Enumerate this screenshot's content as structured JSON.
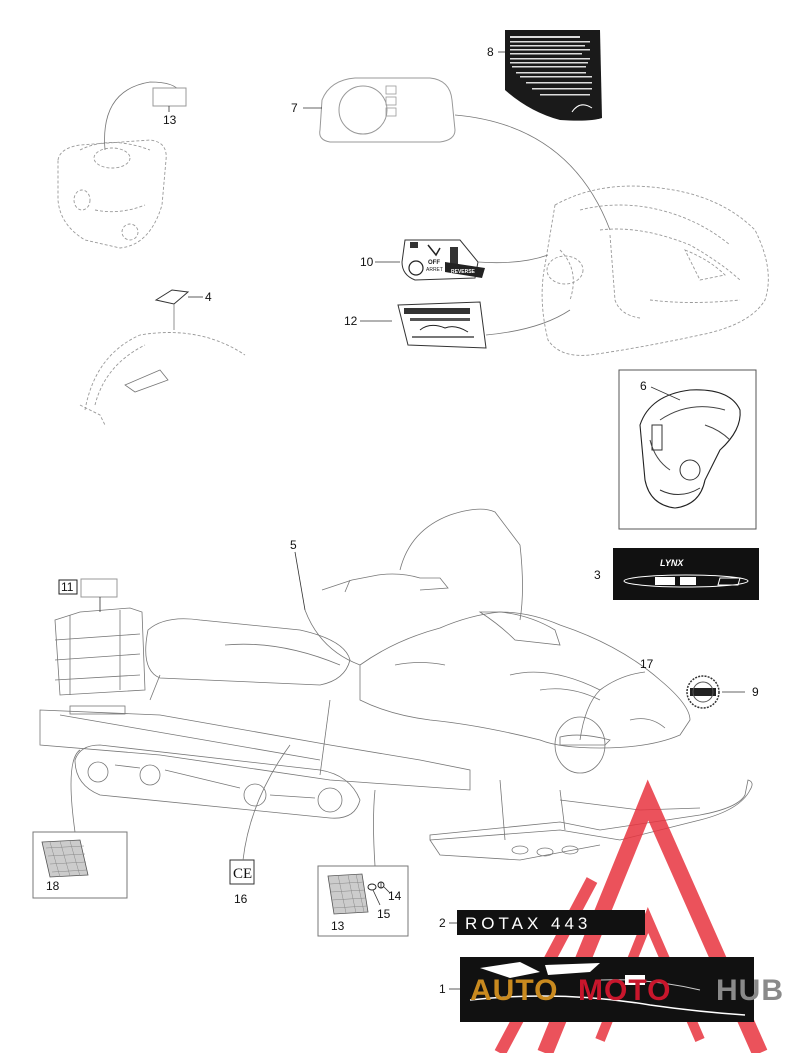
{
  "callouts": {
    "c1": "1",
    "c2": "2",
    "c3": "3",
    "c4": "4",
    "c5": "5",
    "c6": "6",
    "c7": "7",
    "c8": "8",
    "c9": "9",
    "c10": "10",
    "c11": "11",
    "c12": "12",
    "c13a": "13",
    "c13b": "13",
    "c14": "14",
    "c15": "15",
    "c16": "16",
    "c17": "17",
    "c18": "18"
  },
  "decals": {
    "rotax": "ROTAX 443",
    "lynx": "LYNX",
    "ce_mark": "CE",
    "key_off": "OFF",
    "key_arret": "ARRET",
    "reverse": "REVERSE"
  },
  "watermark": {
    "auto": "AUTO",
    "moto": "MOTO",
    "hub": "HUB",
    "colors": {
      "auto": "#c98a1f",
      "moto": "#c8162c",
      "hub": "#8a8a8a",
      "triangle": "#e8343f"
    }
  }
}
